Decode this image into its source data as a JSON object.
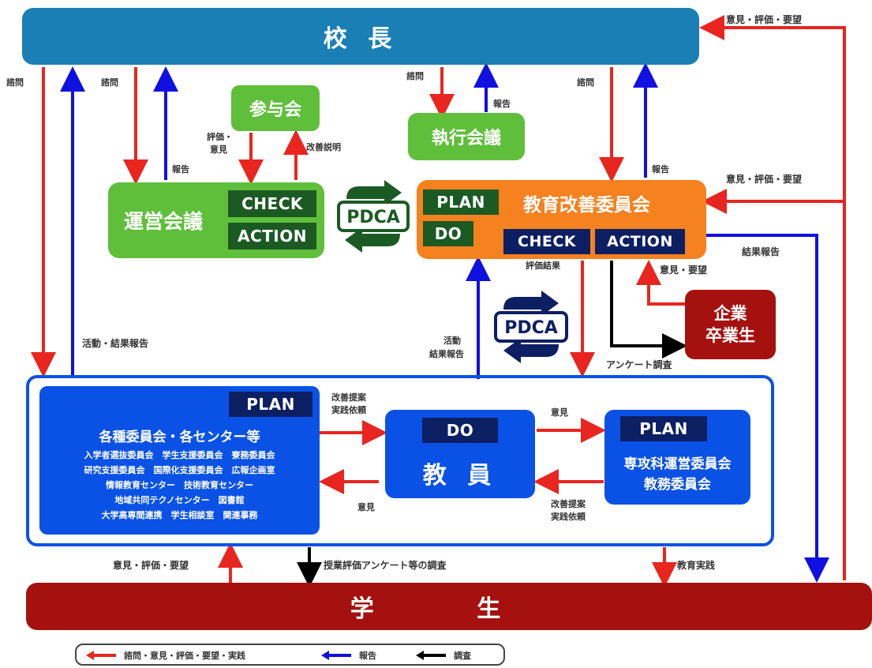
{
  "principal": "校 長",
  "sanyokai": "参与会",
  "shikko": "執行会議",
  "unei": {
    "title": "運営会議",
    "check": "Check",
    "action": "Action"
  },
  "pdca_top": "PDCA",
  "pdca_mid": "PDCA",
  "kyoiku": {
    "title": "教育改善委員会",
    "plan": "Plan",
    "do": "Do",
    "check": "Check",
    "action": "Action"
  },
  "kigyo": {
    "line1": "企業",
    "line2": "卒業生"
  },
  "committees": {
    "plan": "Plan",
    "title": "各種委員会・各センター等",
    "items": [
      "入学者選抜委員会　学生支援委員会　寮務委員会",
      "研究支援委員会　国際化支援委員会　広報企画室",
      "情報教育センター　技術教育センター",
      "地域共同テクノセンター　図書館",
      "大学高専間連携　学生相談室　関連事務"
    ]
  },
  "teacher": {
    "do": "Do",
    "title": "教 員"
  },
  "dept": {
    "plan": "Plan",
    "line1": "専攻科運営委員会",
    "line2": "教務委員会"
  },
  "student": "学 生",
  "labels": {
    "shimon1": "諮問",
    "shimon2": "諮問",
    "shimon3": "諮問",
    "shimon4": "諮問",
    "houkoku1": "報告",
    "houkoku2": "報告",
    "houkoku3": "報告",
    "hyoka_iken_a": "評価・",
    "hyoka_iken_b": "意見",
    "kaizen_setsumei": "改善説明",
    "opinion_top": "意見・評価・要望",
    "opinion_mid": "意見・評価・要望",
    "result_report": "結果報告",
    "hyoka_kekka": "評価結果",
    "opinion_kigyo": "意見・要望",
    "survey": "アンケート調査",
    "katsudo_kekka": "活動・結果報告",
    "katsudo_a": "活動",
    "katsudo_b": "結果報告",
    "kaizen_teian_a": "改善提案",
    "kaizen_teian_b": "実践依頼",
    "iken_1": "意見",
    "iken_2": "意見",
    "kaizen_teian2_a": "改善提案",
    "kaizen_teian2_b": "実践依頼",
    "student_opinion": "意見・評価・要望",
    "survey2": "授業評価アンケート等の調査",
    "kyoiku_jissen": "教育実践"
  },
  "legend": {
    "red": "諮問・意見・評価・要望・実践",
    "blue": "報告",
    "black": "調査"
  },
  "colors": {
    "principal": "#1a7fb5",
    "green": "#5fbf3b",
    "orange": "#f5811f",
    "navy": "#0d1f63",
    "blue": "#0a52e6",
    "darkred": "#a5110f",
    "red": "#e8251f",
    "arrowblue": "#1010e0"
  }
}
